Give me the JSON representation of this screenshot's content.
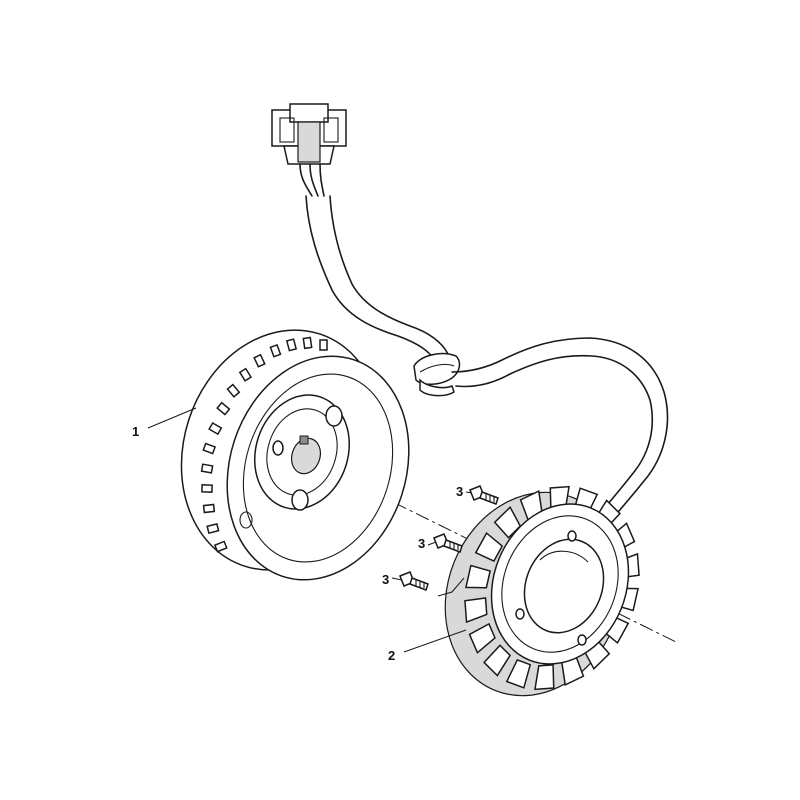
{
  "callouts": {
    "flywheel": "1",
    "stator": "2",
    "bolt_a": "3",
    "bolt_b": "3",
    "bolt_c": "3"
  },
  "colors": {
    "line": "#1a1a1a",
    "background": "#ffffff",
    "shading": "#d9d9d9"
  }
}
